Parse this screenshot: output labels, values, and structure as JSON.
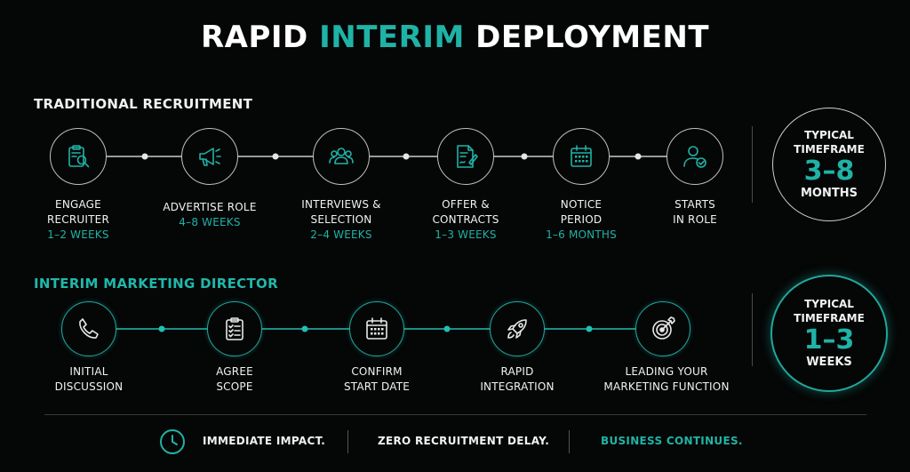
{
  "title": {
    "part1": "RAPID",
    "part2": "INTERIM",
    "part3": "DEPLOYMENT"
  },
  "traditional": {
    "heading": "TRADITIONAL RECRUITMENT",
    "steps": [
      {
        "icon": "clipboard-search-icon",
        "line1": "ENGAGE",
        "line2": "RECRUITER",
        "duration": "1–2 WEEKS"
      },
      {
        "icon": "megaphone-icon",
        "line1": "ADVERTISE ROLE",
        "line2": "",
        "duration": "4–8 WEEKS"
      },
      {
        "icon": "people-group-icon",
        "line1": "INTERVIEWS &",
        "line2": "SELECTION",
        "duration": "2–4 WEEKS"
      },
      {
        "icon": "contract-pen-icon",
        "line1": "OFFER &",
        "line2": "CONTRACTS",
        "duration": "1–3 WEEKS"
      },
      {
        "icon": "calendar-icon",
        "line1": "NOTICE",
        "line2": "PERIOD",
        "duration": "1–6 MONTHS"
      },
      {
        "icon": "user-check-icon",
        "line1": "STARTS",
        "line2": "IN ROLE",
        "duration": ""
      }
    ],
    "timeframe": {
      "line1": "TYPICAL",
      "line2": "TIMEFRAME",
      "value": "3–8",
      "unit": "MONTHS"
    }
  },
  "interim": {
    "heading": "INTERIM MARKETING DIRECTOR",
    "steps": [
      {
        "icon": "phone-icon",
        "line1": "INITIAL",
        "line2": "DISCUSSION"
      },
      {
        "icon": "checklist-icon",
        "line1": "AGREE",
        "line2": "SCOPE"
      },
      {
        "icon": "calendar-icon",
        "line1": "CONFIRM",
        "line2": "START DATE"
      },
      {
        "icon": "rocket-icon",
        "line1": "RAPID",
        "line2": "INTEGRATION"
      },
      {
        "icon": "target-icon",
        "line1": "LEADING YOUR",
        "line2": "MARKETING FUNCTION"
      }
    ],
    "timeframe": {
      "line1": "TYPICAL",
      "line2": "TIMEFRAME",
      "value": "1–3",
      "unit": "WEEKS"
    }
  },
  "footer": {
    "icon": "clock-icon",
    "item1": "IMMEDIATE IMPACT.",
    "item2": "ZERO RECRUITMENT DELAY.",
    "item3": "BUSINESS CONTINUES."
  },
  "colors": {
    "accent": "#1fb3a7",
    "background": "#050606",
    "text": "#ffffff"
  }
}
